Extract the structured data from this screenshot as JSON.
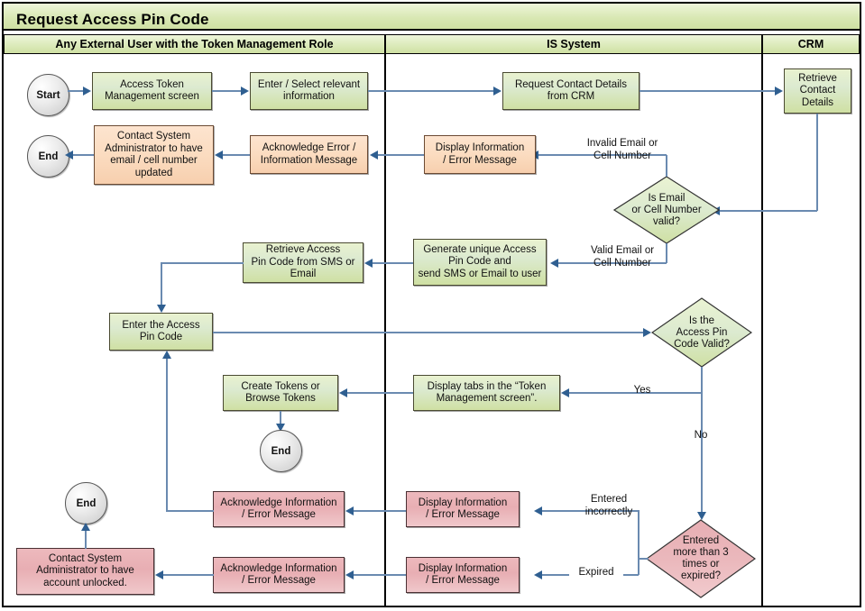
{
  "diagram": {
    "title": "Request Access Pin Code",
    "lanes": [
      {
        "id": "user",
        "label": "Any External User with the Token Management Role"
      },
      {
        "id": "is",
        "label": "IS System"
      },
      {
        "id": "crm",
        "label": "CRM"
      }
    ],
    "colors": {
      "lane_header": "#cfe0a3",
      "process_green": "#cfe0a3",
      "process_peach": "#f7cfae",
      "process_pink": "#edb9bd",
      "connector": "#6a8ab0",
      "arrow": "#2f5f91",
      "border": "#000000"
    },
    "terminators": [
      {
        "id": "start",
        "label": "Start"
      },
      {
        "id": "end-email",
        "label": "End"
      },
      {
        "id": "end-tokens",
        "label": "End"
      },
      {
        "id": "end-locked",
        "label": "End"
      }
    ],
    "nodes": [
      {
        "id": "access-token-mgmt",
        "label": "Access Token\nManagement screen",
        "lane": "user",
        "style": "green"
      },
      {
        "id": "enter-select-info",
        "label": "Enter / Select relevant\ninformation",
        "lane": "user",
        "style": "green"
      },
      {
        "id": "request-contact-details",
        "label": "Request Contact Details\nfrom CRM",
        "lane": "is",
        "style": "green"
      },
      {
        "id": "retrieve-contact-details",
        "label": "Retrieve\nContact\nDetails",
        "lane": "crm",
        "style": "green"
      },
      {
        "id": "contact-admin-email",
        "label": "Contact System\nAdministrator to have\nemail / cell number\nupdated",
        "lane": "user",
        "style": "peach"
      },
      {
        "id": "acknowledge-error-info",
        "label": "Acknowledge Error /\nInformation Message",
        "lane": "user",
        "style": "peach"
      },
      {
        "id": "display-info-error-1",
        "label": "Display Information\n/ Error Message",
        "lane": "is",
        "style": "peach"
      },
      {
        "id": "retrieve-access-pin",
        "label": "Retrieve Access\nPin Code from SMS or\nEmail",
        "lane": "user",
        "style": "green"
      },
      {
        "id": "generate-access-pin",
        "label": "Generate unique Access\nPin Code and\nsend SMS or Email to user",
        "lane": "is",
        "style": "green"
      },
      {
        "id": "enter-access-pin",
        "label": "Enter the Access\nPin Code",
        "lane": "user",
        "style": "green"
      },
      {
        "id": "create-browse-tokens",
        "label": "Create Tokens or\nBrowse Tokens",
        "lane": "user",
        "style": "green"
      },
      {
        "id": "display-tabs",
        "label": "Display tabs in the “Token\nManagement screen”.",
        "lane": "is",
        "style": "green"
      },
      {
        "id": "acknowledge-info-error-1",
        "label": "Acknowledge Information\n/ Error Message",
        "lane": "user",
        "style": "pink"
      },
      {
        "id": "display-info-error-2",
        "label": "Display Information\n/ Error Message",
        "lane": "is",
        "style": "pink"
      },
      {
        "id": "acknowledge-info-error-2",
        "label": "Acknowledge Information\n/ Error Message",
        "lane": "user",
        "style": "pink"
      },
      {
        "id": "display-info-error-3",
        "label": "Display Information\n/ Error Message",
        "lane": "is",
        "style": "pink"
      },
      {
        "id": "contact-admin-unlock",
        "label": "Contact System\nAdministrator to have\naccount unlocked.",
        "lane": "user",
        "style": "pink"
      }
    ],
    "decisions": [
      {
        "id": "email-valid",
        "label": "Is Email\nor Cell Number\nvalid?",
        "lane": "is",
        "style": "green"
      },
      {
        "id": "pin-valid",
        "label": "Is the\nAccess Pin\nCode Valid?",
        "lane": "is",
        "style": "green"
      },
      {
        "id": "entered-3-times",
        "label": "Entered\nmore than 3\ntimes or\nexpired?",
        "lane": "is",
        "style": "pink"
      }
    ],
    "edge_labels": [
      {
        "id": "invalid-email",
        "text": "Invalid Email or\nCell Number"
      },
      {
        "id": "valid-email",
        "text": "Valid Email or\nCell Number"
      },
      {
        "id": "yes",
        "text": "Yes"
      },
      {
        "id": "no",
        "text": "No"
      },
      {
        "id": "entered-incorrectly",
        "text": "Entered\nincorrectly"
      },
      {
        "id": "expired",
        "text": "Expired"
      }
    ]
  }
}
